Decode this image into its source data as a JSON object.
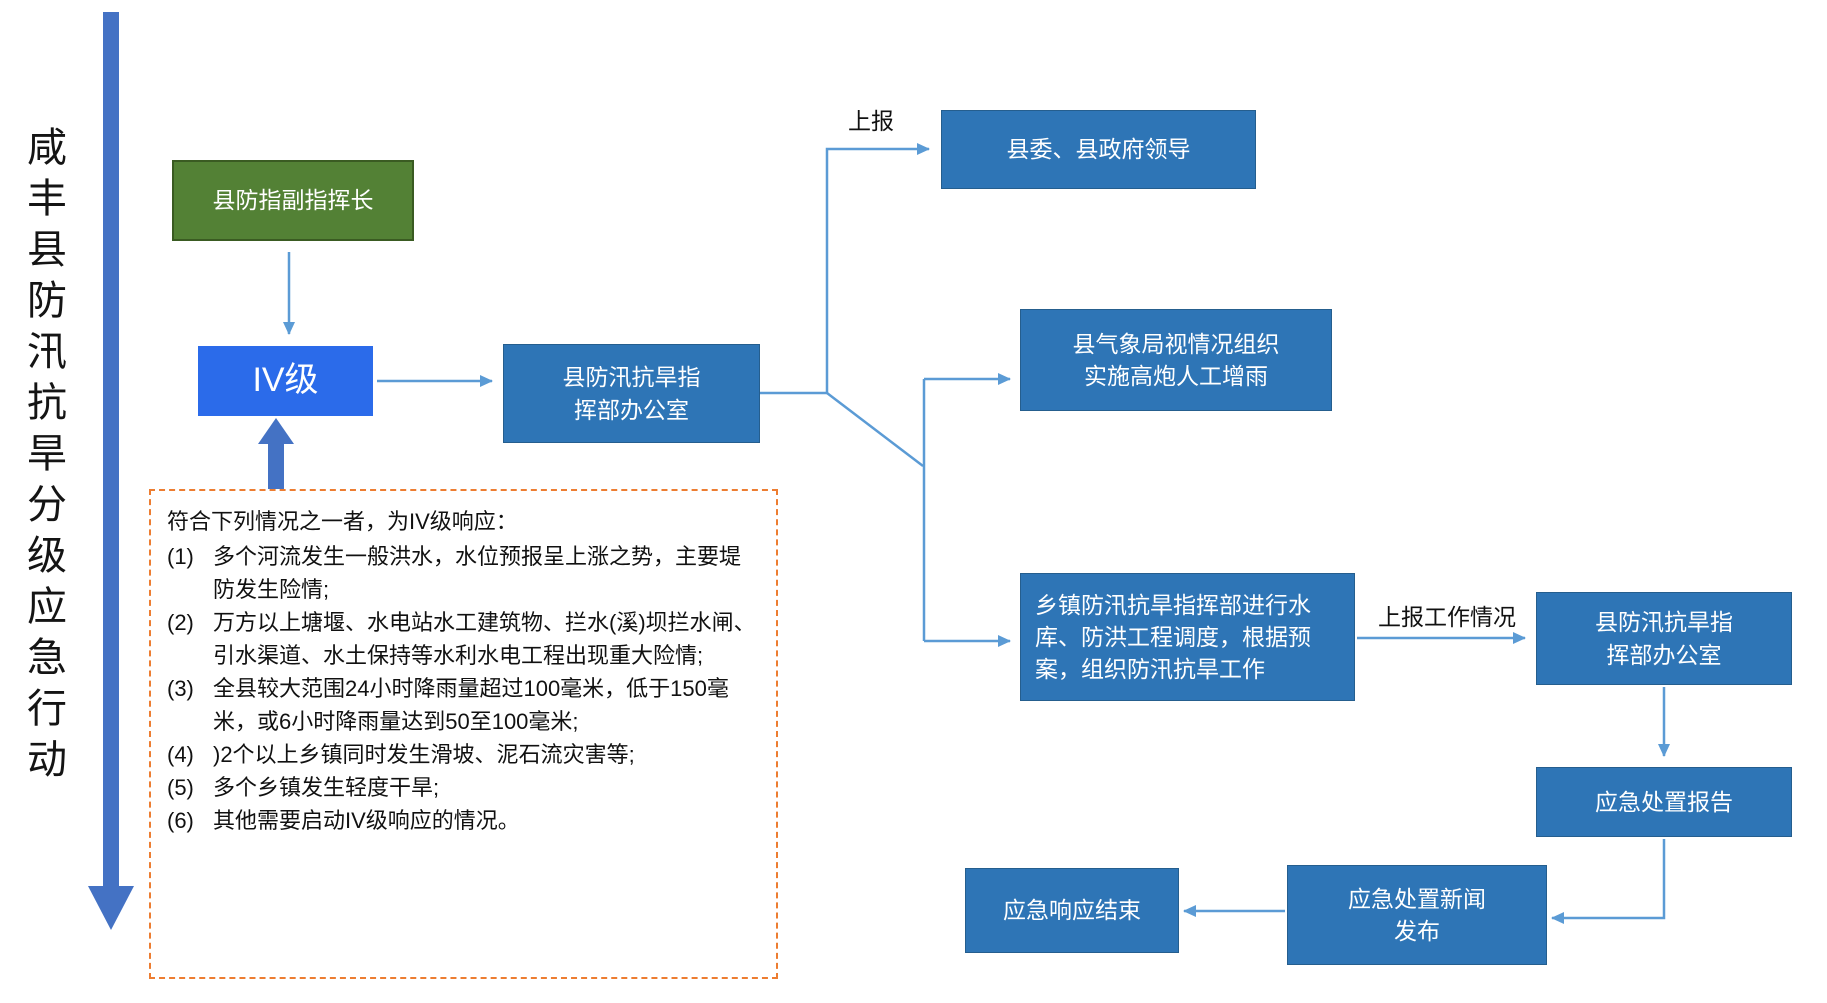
{
  "side_title": "咸丰县防汛抗旱分级应急行动",
  "edge_labels": {
    "report_up": "上报",
    "report_work": "上报工作情况"
  },
  "nodes": {
    "deputy_commander": "县防指副指挥长",
    "level_iv": "IV级",
    "flood_office_1": "县防汛抗旱指\n挥部办公室",
    "county_leaders": "县委、县政府领导",
    "weather_bureau": "县气象局视情况组织\n实施高炮人工增雨",
    "township_hq": "乡镇防汛抗旱指挥部进行水\n库、防洪工程调度，根据预\n案，组织防汛抗旱工作",
    "flood_office_2": "县防汛抗旱指\n挥部办公室",
    "disposal_report": "应急处置报告",
    "news_release": "应急处置新闻\n发布",
    "response_end": "应急响应结束"
  },
  "criteria": {
    "title": "符合下列情况之一者，为IV级响应：",
    "items": [
      {
        "num": "(1)",
        "text": "多个河流发生一般洪水，水位预报呈上涨之势，主要堤防发生险情;"
      },
      {
        "num": "(2)",
        "text": "万方以上塘堰、水电站水工建筑物、拦水(溪)坝拦水闸、引水渠道、水土保持等水利水电工程出现重大险情;"
      },
      {
        "num": "(3)",
        "text": "全县较大范围24小时降雨量超过100毫米，低于150毫米，或6小时降雨量达到50至100毫米;"
      },
      {
        "num": "(4)",
        "text": ")2个以上乡镇同时发生滑坡、泥石流灾害等;"
      },
      {
        "num": "(5)",
        "text": "多个乡镇发生轻度干旱;"
      },
      {
        "num": "(6)",
        "text": "其他需要启动IV级响应的情况。"
      }
    ]
  },
  "colors": {
    "box_blue": "#2E75B6",
    "level_blue": "#2B6BEA",
    "green": "#538135",
    "arrow_thick": "#4472C4",
    "arrow_thin": "#5B9BD5",
    "dashed_border": "#ED7D31"
  }
}
